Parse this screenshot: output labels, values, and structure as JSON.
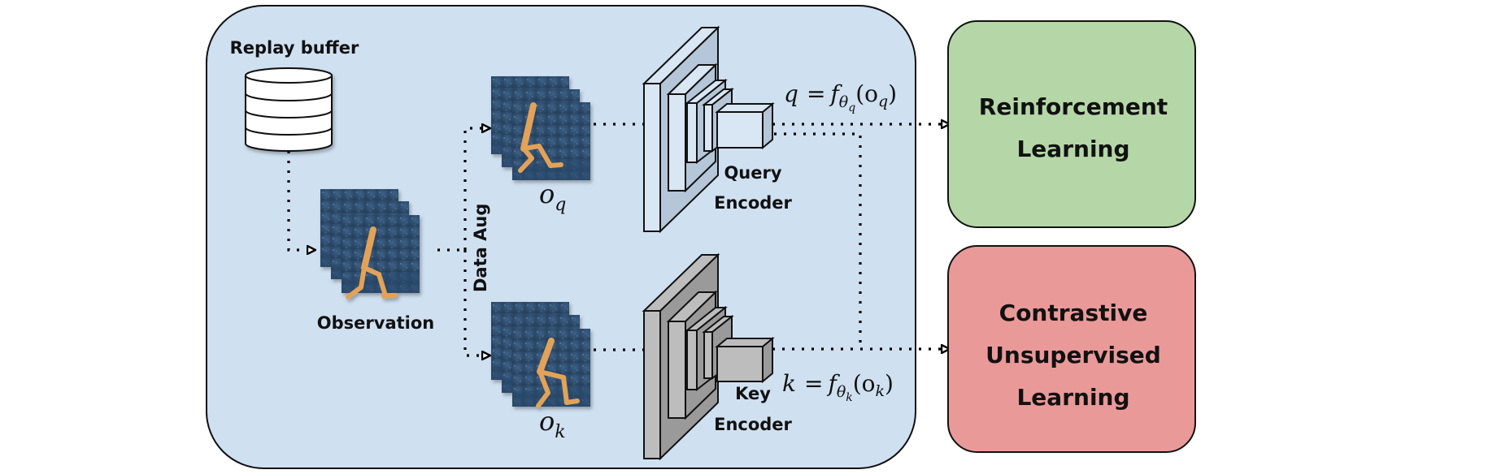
{
  "colors": {
    "container_fill": "#cfe0f1",
    "rl_fill": "#b5d7a8",
    "contrastive_fill": "#ea9999",
    "query_encoder_fill": "#d9e6f3",
    "query_encoder_side": "#b4c6d8",
    "key_encoder_fill": "#bdbdbd",
    "key_encoder_side": "#9a9a9a",
    "frame_bg": "#2f4f70",
    "walker": "#e2a258"
  },
  "replay_buffer": {
    "label": "Replay buffer",
    "icon": "database-icon"
  },
  "observation": {
    "label": "Observation"
  },
  "data_aug": {
    "label": "Data Aug"
  },
  "query_obs": {
    "label_base": "o",
    "label_sub": "q"
  },
  "key_obs": {
    "label_base": "o",
    "label_sub": "k"
  },
  "query_encoder": {
    "line1": "Query",
    "line2": "Encoder"
  },
  "key_encoder": {
    "line1": "Key",
    "line2": "Encoder"
  },
  "query_formula": {
    "lhs": "q",
    "eq": "=",
    "f": "f",
    "theta": "θ",
    "sub": "q",
    "arg": "(o",
    "arg_sub": "q",
    "close": ")"
  },
  "key_formula": {
    "lhs": "k",
    "eq": "=",
    "f": "f",
    "theta": "θ",
    "sub": "k",
    "arg": "(o",
    "arg_sub": "k",
    "close": ")"
  },
  "rl_box": {
    "line1": "Reinforcement",
    "line2": "Learning"
  },
  "contrastive_box": {
    "line1": "Contrastive",
    "line2": "Unsupervised",
    "line3": "Learning"
  }
}
